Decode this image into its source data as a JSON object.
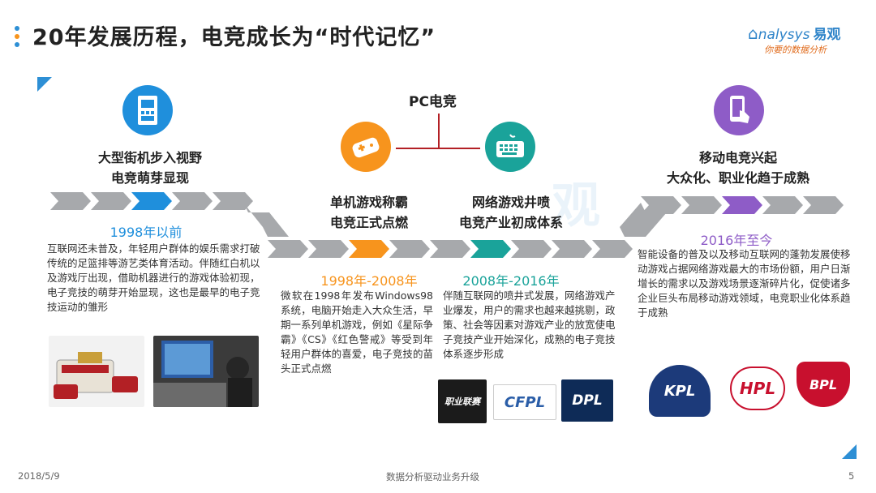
{
  "header": {
    "title": "20年发展历程，电竞成长为“时代记忆”",
    "logo_text": "nalysys",
    "logo_cn": "易观",
    "logo_tagline": "你要的数据分析"
  },
  "pc_label": "PC电竞",
  "eras": [
    {
      "heading_line1": "大型街机步入视野",
      "heading_line2": "电竞萌芽显现",
      "period": "1998年以前",
      "color": "#1f8fdc",
      "description": "互联网还未普及，年轻用户群体的娱乐需求打破传统的足篮排等游艺类体育活动。伴随红白机以及游戏厅出现，借助机器进行的游戏体验初现，电子竞技的萌芽开始显现，这也是最早的电子竞技运动的雏形"
    },
    {
      "heading_line1": "单机游戏称霸",
      "heading_line2": "电竞正式点燃",
      "period": "1998年-2008年",
      "color": "#f7941d",
      "description": "微软在1998年发布Windows98系统，电脑开始走入大众生活，早期一系列单机游戏，例如《星际争霸》《CS》《红色警戒》等受到年轻用户群体的喜爱，电子竞技的苗头正式点燃"
    },
    {
      "heading_line1": "网络游戏井喷",
      "heading_line2": "电竞产业初成体系",
      "period": "2008年-2016年",
      "color": "#1aa39a",
      "description": "伴随互联网的喷井式发展，网络游戏产业爆发，用户的需求也越来越挑剔，政策、社会等因素对游戏产业的放宽使电子竞技产业开始深化，成熟的电子竞技体系逐步形成"
    },
    {
      "heading_line1": "移动电竞兴起",
      "heading_line2": "大众化、职业化趋于成熟",
      "period": "2016年至今",
      "color": "#8e5cc7",
      "description": "智能设备的普及以及移动互联网的蓬勃发展使移动游戏占据网络游戏最大的市场份额，用户日渐增长的需求以及游戏场景逐渐碎片化，促使诸多企业巨头布局移动游戏领域，电竞职业化体系趋于成熟"
    }
  ],
  "logos": {
    "era3": [
      "职业联赛",
      "CFPL",
      "DPL"
    ],
    "era4": [
      "KPL",
      "HPL",
      "BPL"
    ]
  },
  "footer": {
    "date": "2018/5/9",
    "center": "数据分析驱动业务升级",
    "page": "5"
  },
  "watermark": "观",
  "colors": {
    "accent_blue": "#2d8fd5",
    "chevron_gray": "#a7a9ac"
  }
}
